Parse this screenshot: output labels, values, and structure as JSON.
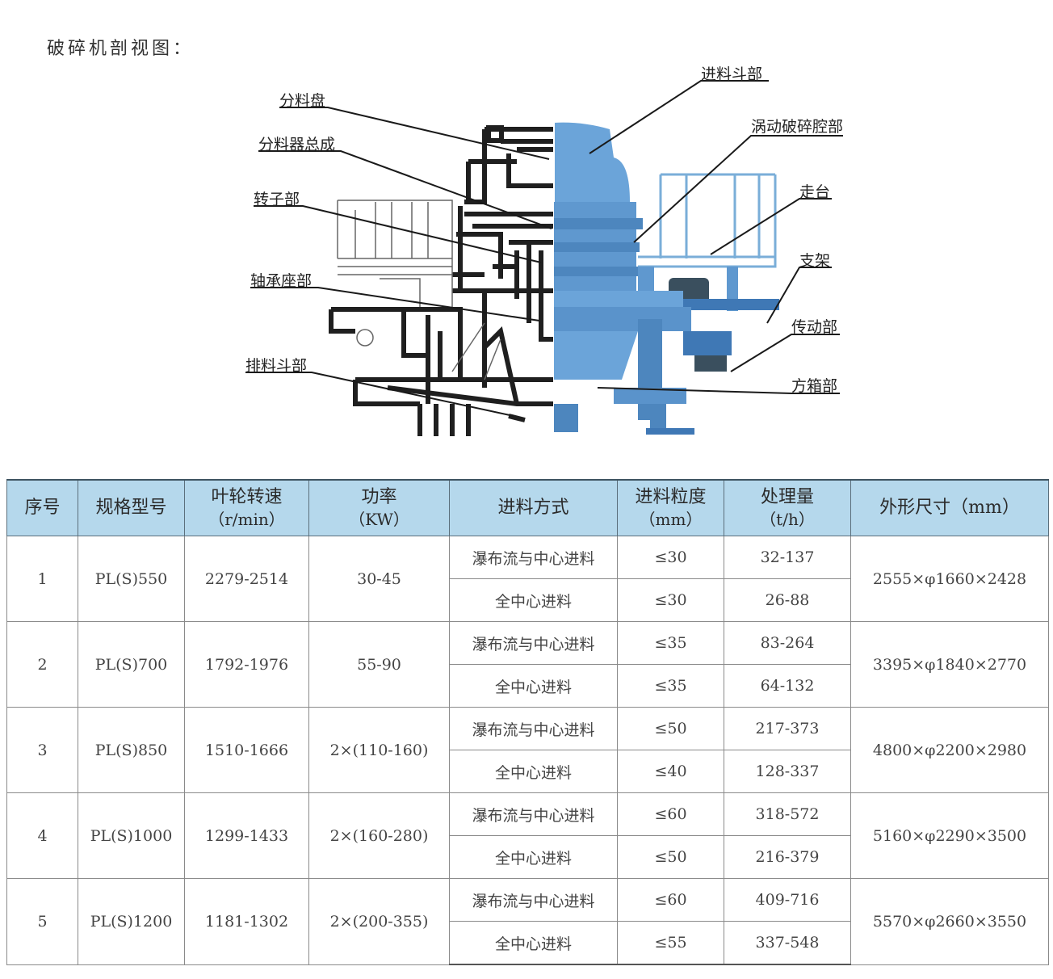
{
  "section_title": "破碎机剖视图：",
  "diagram": {
    "labels_left": [
      "分料盘",
      "分料器总成",
      "转子部",
      "轴承座部",
      "排料斗部"
    ],
    "labels_right": [
      "进料斗部",
      "涡动破碎腔部",
      "走台",
      "支架",
      "传动部",
      "方箱部"
    ],
    "colors": {
      "machine_blue": "#6aa3d8",
      "machine_dark": "#3f78b5",
      "outline": "#222222"
    }
  },
  "table": {
    "header_color": "#b5d8ec",
    "headers": [
      {
        "main": "序号",
        "sub": ""
      },
      {
        "main": "规格型号",
        "sub": ""
      },
      {
        "main": "叶轮转速",
        "sub": "（r/min）"
      },
      {
        "main": "功率",
        "sub": "（KW）"
      },
      {
        "main": "进料方式",
        "sub": ""
      },
      {
        "main": "进料粒度",
        "sub": "（mm）"
      },
      {
        "main": "处理量",
        "sub": "（t/h）"
      },
      {
        "main": "外形尺寸（mm）",
        "sub": ""
      }
    ],
    "rows": [
      {
        "no": "1",
        "model": "PL(S)550",
        "speed": "2279-2514",
        "power": "30-45",
        "feed": [
          {
            "mode": "瀑布流与中心进料",
            "size": "≤30",
            "capacity": "32-137"
          },
          {
            "mode": "全中心进料",
            "size": "≤30",
            "capacity": "26-88"
          }
        ],
        "dims": "2555×φ1660×2428"
      },
      {
        "no": "2",
        "model": "PL(S)700",
        "speed": "1792-1976",
        "power": "55-90",
        "feed": [
          {
            "mode": "瀑布流与中心进料",
            "size": "≤35",
            "capacity": "83-264"
          },
          {
            "mode": "全中心进料",
            "size": "≤35",
            "capacity": "64-132"
          }
        ],
        "dims": "3395×φ1840×2770"
      },
      {
        "no": "3",
        "model": "PL(S)850",
        "speed": "1510-1666",
        "power": "2×(110-160)",
        "feed": [
          {
            "mode": "瀑布流与中心进料",
            "size": "≤50",
            "capacity": "217-373"
          },
          {
            "mode": "全中心进料",
            "size": "≤40",
            "capacity": "128-337"
          }
        ],
        "dims": "4800×φ2200×2980"
      },
      {
        "no": "4",
        "model": "PL(S)1000",
        "speed": "1299-1433",
        "power": "2×(160-280)",
        "feed": [
          {
            "mode": "瀑布流与中心进料",
            "size": "≤60",
            "capacity": "318-572"
          },
          {
            "mode": "全中心进料",
            "size": "≤50",
            "capacity": "216-379"
          }
        ],
        "dims": "5160×φ2290×3500"
      },
      {
        "no": "5",
        "model": "PL(S)1200",
        "speed": "1181-1302",
        "power": "2×(200-355)",
        "feed": [
          {
            "mode": "瀑布流与中心进料",
            "size": "≤60",
            "capacity": "409-716"
          },
          {
            "mode": "全中心进料",
            "size": "≤55",
            "capacity": "337-548"
          }
        ],
        "dims": "5570×φ2660×3550"
      }
    ]
  }
}
